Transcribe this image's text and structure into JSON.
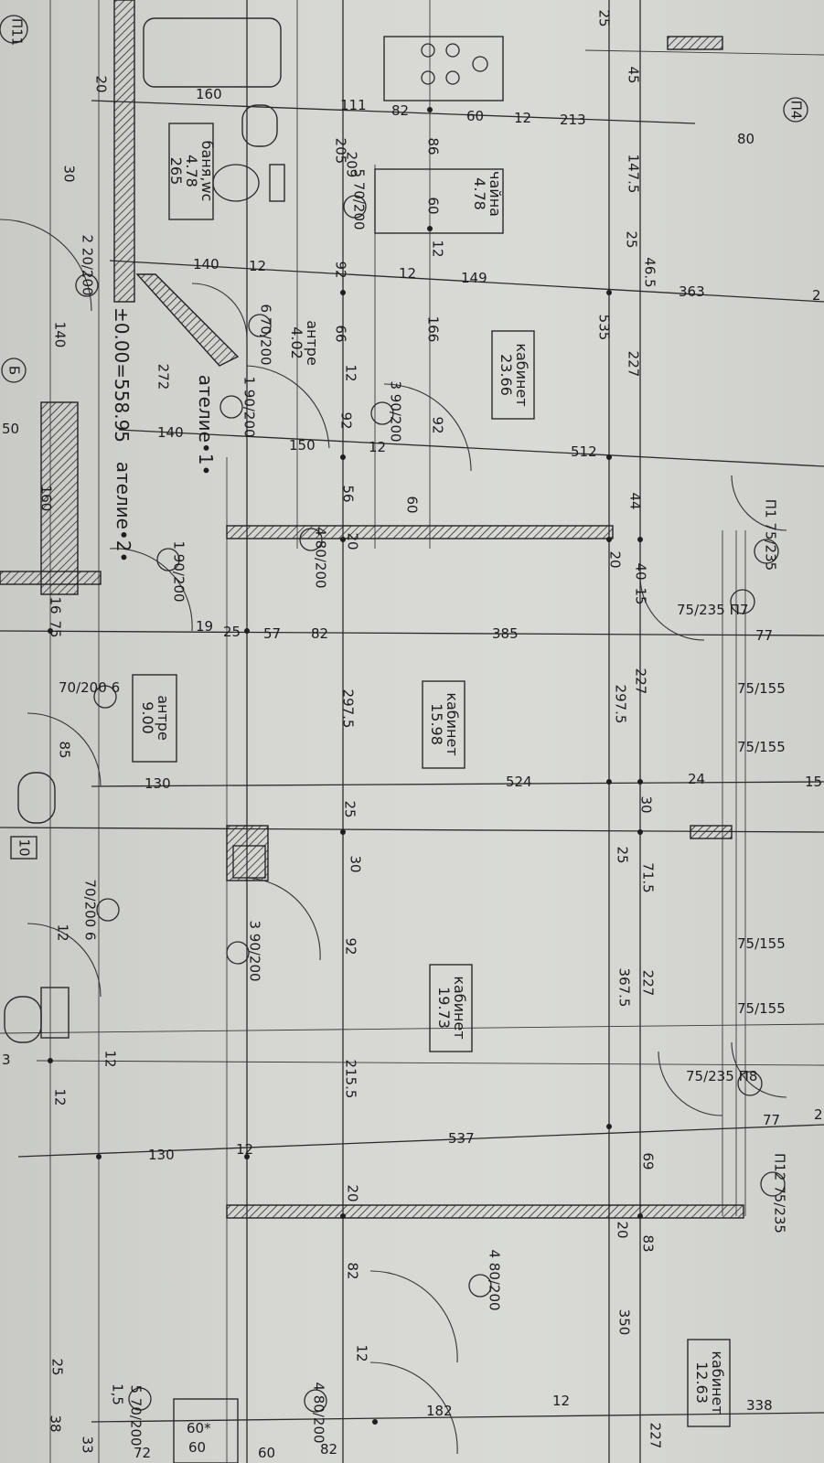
{
  "rooms": [
    {
      "name": "кабинет",
      "area": "23.66"
    },
    {
      "name": "кабинет",
      "area": "15.98"
    },
    {
      "name": "кабинет",
      "area": "19.73"
    },
    {
      "name": "кабинет",
      "area": "12.63"
    },
    {
      "name": "антре",
      "area": "9.00"
    },
    {
      "name": "антре",
      "area": "4.02"
    },
    {
      "name": "баня,wc",
      "area": "4.78",
      "extra": "265"
    },
    {
      "name": "чайна",
      "area": "4.78"
    }
  ],
  "ateliers": {
    "atelier1": "ателие•1•",
    "atelier2": "ателие•2•",
    "level": "±0.00=558.95"
  },
  "dimensions": {
    "d25a": "25",
    "d45": "45",
    "d147": "147.5",
    "d25b": "25",
    "d46": "46.5",
    "d535": "535",
    "d227a": "227",
    "d44": "44",
    "d20a": "20",
    "d40": "40",
    "d15a": "15",
    "d2975a": "297.5",
    "d227b": "227",
    "d30a": "30",
    "d25c": "25",
    "d715": "71.5",
    "d227c": "227",
    "d3675": "367.5",
    "d69": "69",
    "d20b": "20",
    "d83": "83",
    "d350": "350",
    "d227d": "227",
    "d160": "160",
    "d111": "111",
    "d82a": "82",
    "d60a": "60",
    "d12a": "12",
    "d213": "213",
    "d80": "80",
    "d363": "363",
    "d149": "149",
    "d12b": "12",
    "d512": "512",
    "d150": "150",
    "d12c": "12",
    "d140a": "140",
    "d140b": "140",
    "d12d": "12",
    "d19": "19",
    "d25d": "25",
    "d57": "57",
    "d82b": "82",
    "d385": "385",
    "d24": "24",
    "d524": "524",
    "d130a": "130",
    "d130b": "130",
    "d12e": "12",
    "d537": "537",
    "d182": "182",
    "d60b": "60",
    "d82c": "82",
    "d12f": "12",
    "d338": "338",
    "d72": "72",
    "d60c": "60",
    "c205": "205",
    "c209": "209",
    "c86": "86",
    "c60": "60",
    "c166": "166",
    "c92a": "92",
    "c66": "66",
    "c12a": "12",
    "c92b": "92",
    "c56": "56",
    "c20a": "20",
    "c2975": "297.5",
    "c25": "25",
    "c30": "30",
    "c92c": "92",
    "c2155": "215.5",
    "c20b": "20",
    "c82": "82",
    "c12b": "12",
    "c60b": "60",
    "c92d": "92",
    "c12c": "12",
    "w772": "272",
    "w160": "160",
    "w85": "85",
    "w75": "75",
    "w16": "16",
    "w12a": "12",
    "w12b": "12",
    "w38": "38",
    "w25": "25",
    "w33": "33",
    "w140": "140",
    "w20": "20",
    "w30": "30",
    "e77a": "77",
    "e77b": "77",
    "e15": "15",
    "e2a": "2",
    "e2b": "2",
    "e50": "50",
    "e3": "3"
  },
  "door_marks": [
    {
      "num": "1",
      "size": "90/200"
    },
    {
      "num": "3",
      "size": "90/200"
    },
    {
      "num": "4",
      "size": "80/200"
    },
    {
      "num": "1",
      "size": "90/200"
    },
    {
      "num": "6",
      "size": "70/200"
    },
    {
      "num": "6",
      "size": "70/200"
    },
    {
      "num": "3",
      "size": "90/200"
    },
    {
      "num": "4",
      "size": "80/200"
    },
    {
      "num": "4",
      "size": "80/200"
    },
    {
      "num": "5",
      "size": "70/200"
    },
    {
      "num": "6",
      "size": "70/200"
    },
    {
      "num": "5",
      "size": "70/200"
    },
    {
      "num": "2",
      "size": "20/200"
    }
  ],
  "window_marks": [
    {
      "num": "П1",
      "size": "75/235"
    },
    {
      "num": "П7",
      "size": "75/235"
    },
    {
      "num": "П8",
      "size": "75/235"
    },
    {
      "num": "П12",
      "size": "75/235"
    },
    {
      "num": "П4",
      "size": ""
    },
    {
      "num": "П11",
      "size": ""
    }
  ],
  "sill_marks": [
    "75/155",
    "75/155",
    "75/155",
    "75/155"
  ],
  "axis_mark": "Б",
  "misc": {
    "m12": "12",
    "m10": "10",
    "m15": "1,5",
    "m60x": "60*"
  }
}
